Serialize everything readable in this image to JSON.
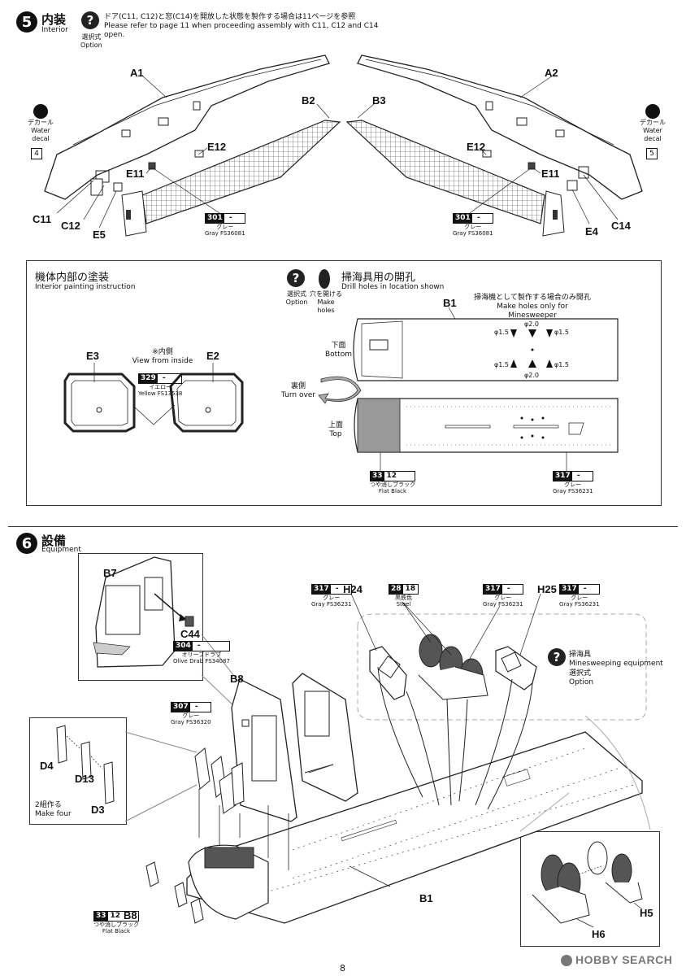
{
  "step5": {
    "number": "5",
    "title_jp": "内装",
    "title_en": "Interior",
    "option_jp": "選択式",
    "option_en": "Option",
    "note_jp": "ドア(C11, C12)と窓(C14)を開放した状態を製作する場合は11ページを参照",
    "note_en": "Please refer to page 11 when proceeding assembly with C11, C12 and C14 open.",
    "decal_left_jp": "デカール",
    "decal_left_en": "Water decal",
    "decal_left_num": "4",
    "decal_right_jp": "デカール",
    "decal_right_en": "Water decal",
    "decal_right_num": "5",
    "parts_left": [
      "A1",
      "B2",
      "E12",
      "E11",
      "C11",
      "C12",
      "E5"
    ],
    "parts_right": [
      "A2",
      "B3",
      "E12",
      "E11",
      "E4",
      "C14"
    ],
    "paint_left": {
      "code": "301",
      "extra": "-",
      "jp": "グレー",
      "en": "Gray FS36081"
    },
    "paint_right": {
      "code": "301",
      "extra": "-",
      "jp": "グレー",
      "en": "Gray FS36081"
    }
  },
  "interior_paint": {
    "title_jp": "機体内部の塗装",
    "title_en": "Interior painting instruction",
    "view_jp": "※内側",
    "view_en": "View from inside",
    "part_left": "E3",
    "part_right": "E2",
    "paint": {
      "code": "329",
      "extra": "-",
      "jp": "イエロー",
      "en": "Yellow FS13538"
    }
  },
  "drill": {
    "title_jp": "掃海具用の開孔",
    "title_en": "Drill holes in location shown",
    "opt_jp": "選択式",
    "opt_en": "Option",
    "holes_jp": "穴を開ける",
    "holes_en": "Make holes",
    "part": "B1",
    "note_jp": "掃海機として製作する場合のみ開孔",
    "note_en": "Make holes only for Minesweeper",
    "bottom_jp": "下面",
    "bottom_en": "Bottom",
    "turn_jp": "裏側",
    "turn_en": "Turn over",
    "top_jp": "上面",
    "top_en": "Top",
    "dims": [
      "φ2.0",
      "φ1.5",
      "φ1.5",
      "φ1.5",
      "φ2.0",
      "φ1.5"
    ],
    "paint_black": {
      "code": "33",
      "extra": "12",
      "jp": "つや消しブラック",
      "en": "Flat Black"
    },
    "paint_gray": {
      "code": "317",
      "extra": "-",
      "jp": "グレー",
      "en": "Gray FS36231"
    }
  },
  "step6": {
    "number": "6",
    "title_jp": "設備",
    "title_en": "Equipment",
    "parts": [
      "B7",
      "C44",
      "B8",
      "D4",
      "D13",
      "D3",
      "H24",
      "H25",
      "B1",
      "B8",
      "H5",
      "H6"
    ],
    "make_four_jp": "2組作る",
    "make_four_en": "Make four",
    "mine_jp": "掃海具",
    "mine_en": "Minesweeping equipment",
    "opt_jp": "選択式",
    "opt_en": "Option",
    "paint_olive": {
      "code": "304",
      "extra": "-",
      "jp": "オリーブドラブ",
      "en": "Olive Drab FS34087"
    },
    "paint_307": {
      "code": "307",
      "extra": "-",
      "jp": "グレー",
      "en": "Gray FS36320"
    },
    "paint_317a": {
      "code": "317",
      "extra": "-",
      "jp": "グレー",
      "en": "Gray FS36231"
    },
    "paint_steel": {
      "code": "28",
      "extra": "18",
      "jp": "黒鉄色",
      "en": "Steel"
    },
    "paint_317b": {
      "code": "317",
      "extra": "-",
      "jp": "グレー",
      "en": "Gray FS36231"
    },
    "paint_317c": {
      "code": "317",
      "extra": "-",
      "jp": "グレー",
      "en": "Gray FS36231"
    },
    "paint_black": {
      "code": "33",
      "extra": "12",
      "jp": "つや消しブラック",
      "en": "Flat Black"
    }
  },
  "page_number": "8",
  "watermark": "HOBBY SEARCH"
}
